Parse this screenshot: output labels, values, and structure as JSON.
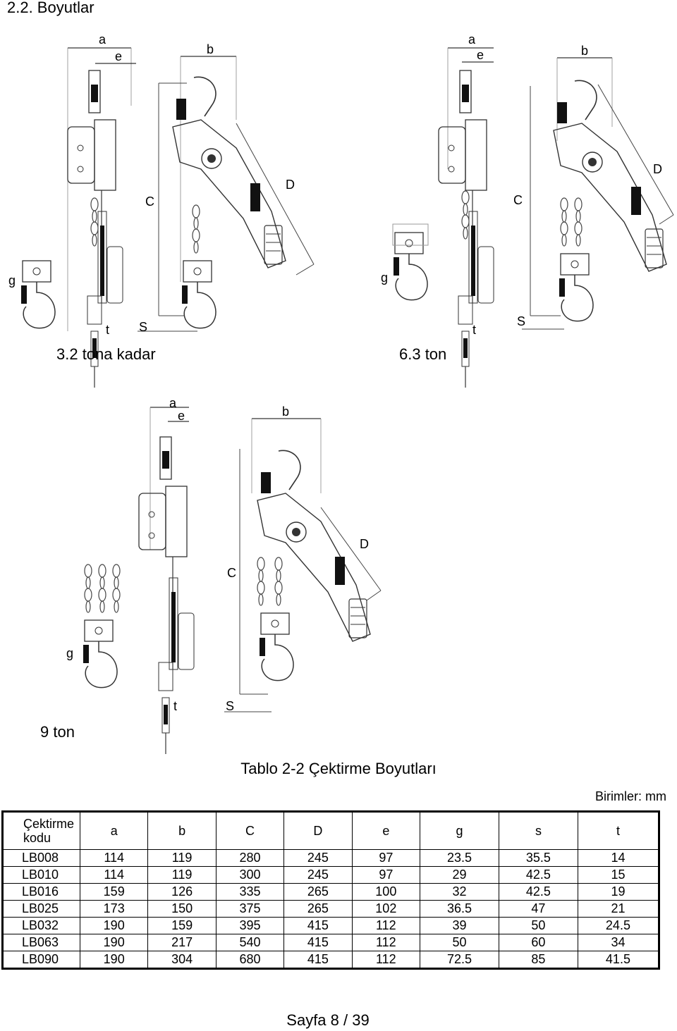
{
  "section_title": "2.2. Boyutlar",
  "diagrams": [
    {
      "caption": "3.2 tona kadar",
      "labels": {
        "a": "a",
        "e": "e",
        "b": "b",
        "C": "C",
        "D": "D",
        "g": "g",
        "t": "t",
        "S": "S"
      }
    },
    {
      "caption": "6.3 ton",
      "labels": {
        "a": "a",
        "e": "e",
        "b": "b",
        "C": "C",
        "D": "D",
        "g": "g",
        "t": "t",
        "S": "S"
      }
    },
    {
      "caption": "9 ton",
      "labels": {
        "a": "a",
        "e": "e",
        "b": "b",
        "C": "C",
        "D": "D",
        "g": "g",
        "t": "t",
        "S": "S"
      }
    }
  ],
  "table": {
    "title": "Tablo 2-2 Çektirme Boyutları",
    "units": "Birimler: mm",
    "code_header_line1": "Çektirme",
    "code_header_line2": "kodu",
    "columns": [
      "a",
      "b",
      "C",
      "D",
      "e",
      "g",
      "s",
      "t"
    ],
    "rows": [
      [
        "LB008",
        "114",
        "119",
        "280",
        "245",
        "97",
        "23.5",
        "35.5",
        "14"
      ],
      [
        "LB010",
        "114",
        "119",
        "300",
        "245",
        "97",
        "29",
        "42.5",
        "15"
      ],
      [
        "LB016",
        "159",
        "126",
        "335",
        "265",
        "100",
        "32",
        "42.5",
        "19"
      ],
      [
        "LB025",
        "173",
        "150",
        "375",
        "265",
        "102",
        "36.5",
        "47",
        "21"
      ],
      [
        "LB032",
        "190",
        "159",
        "395",
        "415",
        "112",
        "39",
        "50",
        "24.5"
      ],
      [
        "LB063",
        "190",
        "217",
        "540",
        "415",
        "112",
        "50",
        "60",
        "34"
      ],
      [
        "LB090",
        "190",
        "304",
        "680",
        "415",
        "112",
        "72.5",
        "85",
        "41.5"
      ]
    ]
  },
  "footer": "Sayfa 8 / 39"
}
